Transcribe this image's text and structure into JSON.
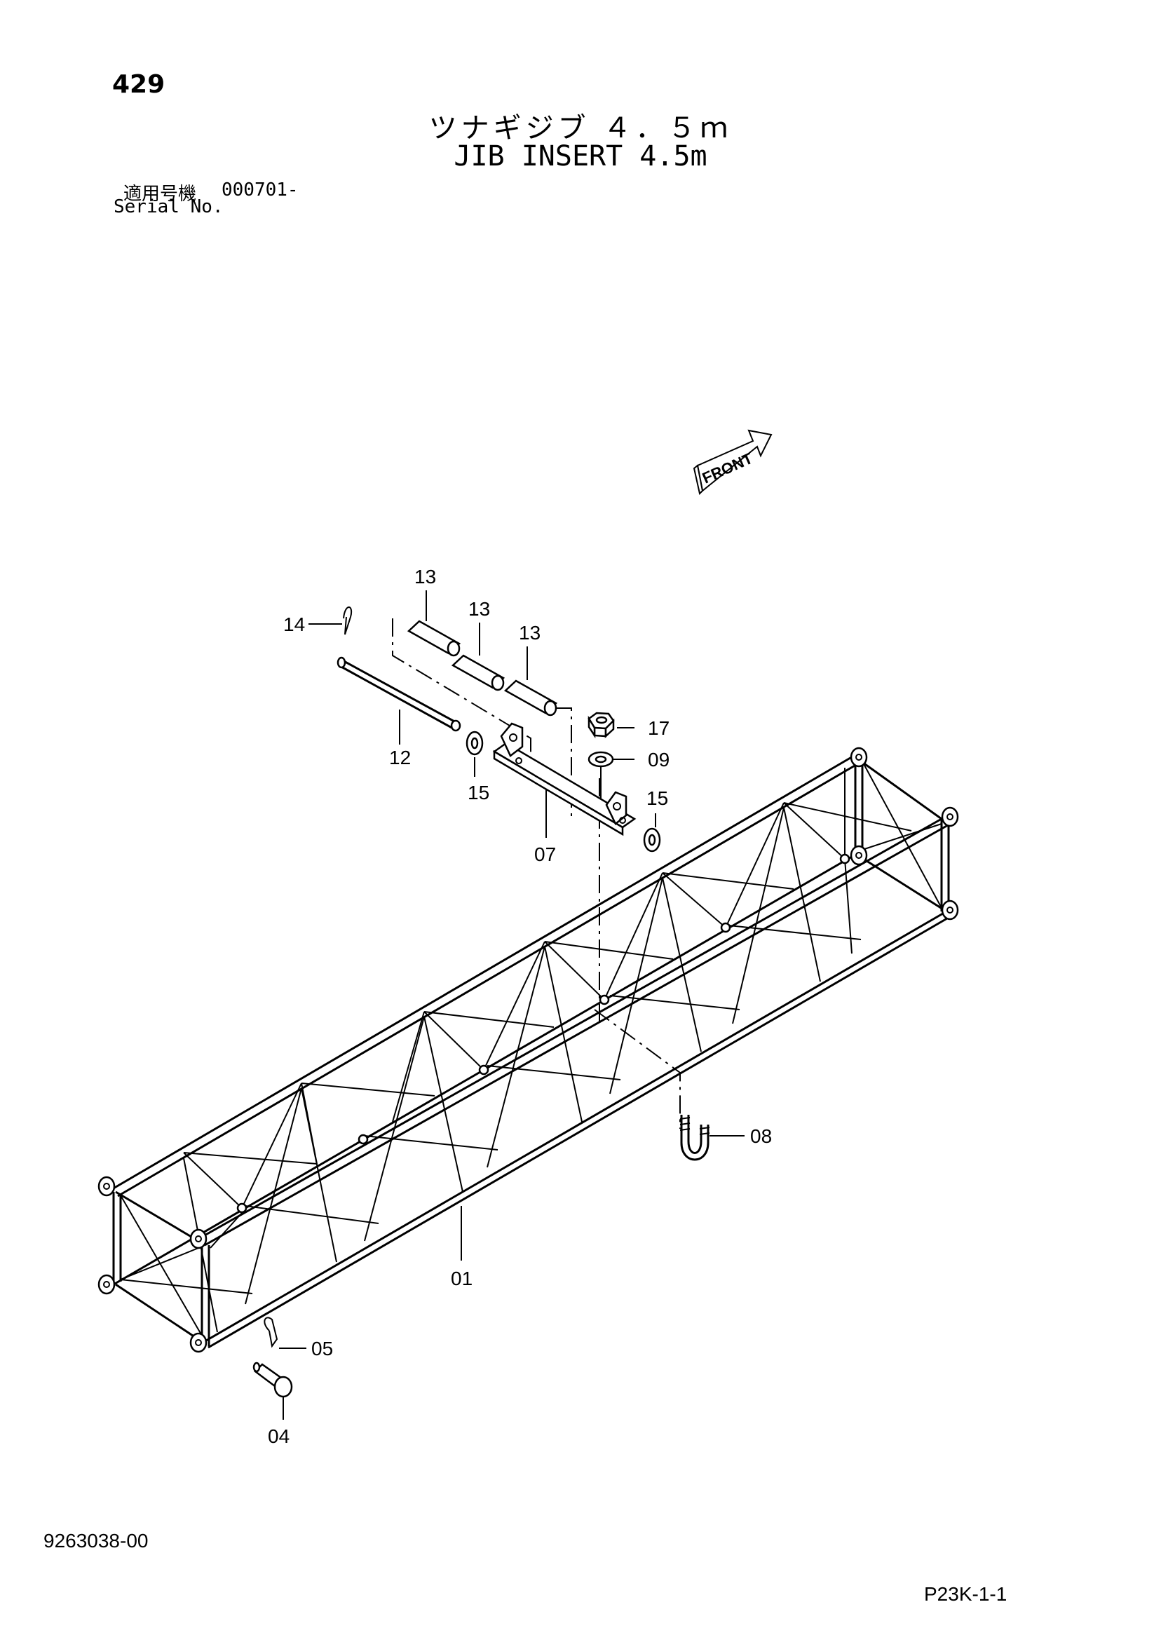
{
  "page_number": "429",
  "title_ja": "ツナギジブ ４．５ｍ",
  "title_en": "JIB INSERT 4.5m",
  "serial": {
    "label_ja": "適用号機",
    "value": "000701-",
    "label_en": "Serial No."
  },
  "front_label": "FRONT",
  "callouts": {
    "p01": "01",
    "p04": "04",
    "p05": "05",
    "p07": "07",
    "p08": "08",
    "p09": "09",
    "p12": "12",
    "p13a": "13",
    "p13b": "13",
    "p13c": "13",
    "p14": "14",
    "p15a": "15",
    "p15b": "15",
    "p17": "17"
  },
  "doc_code": "9263038-00",
  "page_code": "P23K-1-1"
}
